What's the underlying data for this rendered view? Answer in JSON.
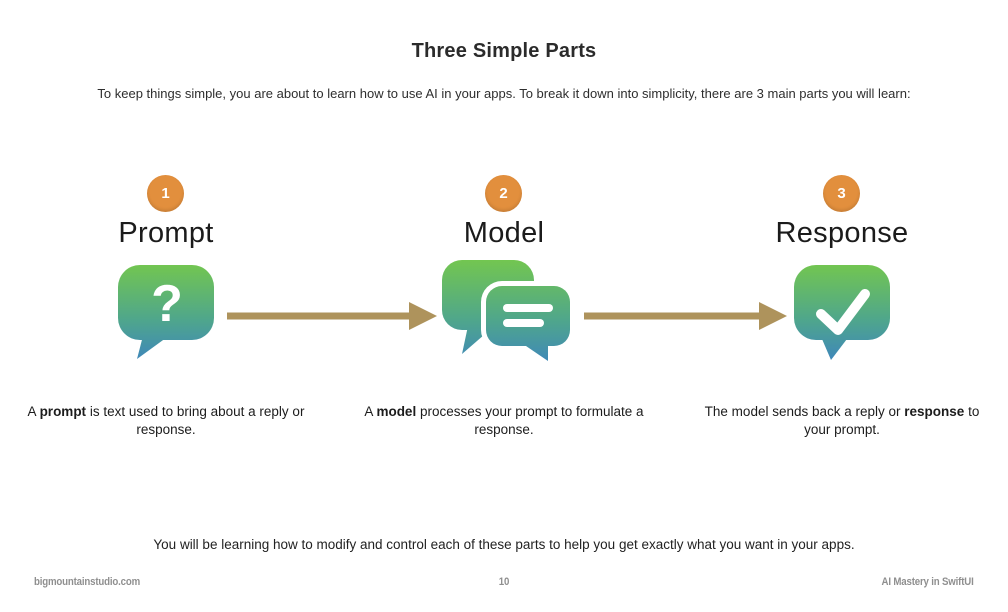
{
  "slide": {
    "title": "Three Simple Parts",
    "intro": "To keep things simple, you are about to learn how to use AI in your apps. To break it down into simplicity, there are 3 main parts you will learn:",
    "closing": "You will be learning how to modify and control each of these parts to help you get exactly what you want in your apps."
  },
  "parts": [
    {
      "number": "1",
      "label": "Prompt",
      "icon": "question-bubble-icon",
      "desc_pre": "A ",
      "desc_bold": "prompt",
      "desc_post": " is text used to bring about a reply or response."
    },
    {
      "number": "2",
      "label": "Model",
      "icon": "chat-bubbles-icon",
      "desc_pre": "A ",
      "desc_bold": "model",
      "desc_post": " processes your prompt to formulate a response."
    },
    {
      "number": "3",
      "label": "Response",
      "icon": "check-bubble-icon",
      "desc_pre": "The model sends back a reply or ",
      "desc_bold": "response",
      "desc_post": " to your prompt."
    }
  ],
  "footer": {
    "left": "bigmountainstudio.com",
    "page": "10",
    "right": "AI Mastery in SwiftUI"
  },
  "colors": {
    "badge": "#E28F3D",
    "arrow": "#AE935C",
    "bubble_green": "#74C74E",
    "bubble_teal": "#4FA68C",
    "bubble_blue": "#3E86BC"
  }
}
